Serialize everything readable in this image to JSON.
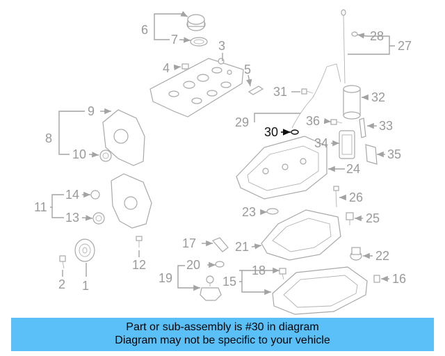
{
  "diagram": {
    "highlighted_part": "30",
    "labels": [
      "1",
      "2",
      "3",
      "4",
      "5",
      "6",
      "7",
      "8",
      "9",
      "10",
      "11",
      "12",
      "13",
      "14",
      "15",
      "16",
      "17",
      "18",
      "19",
      "20",
      "21",
      "22",
      "23",
      "24",
      "25",
      "26",
      "27",
      "28",
      "29",
      "30",
      "31",
      "32",
      "33",
      "34",
      "35",
      "36"
    ]
  },
  "banner": {
    "background": "#5bc0f8",
    "line1": "Part or sub-assembly is #30 in diagram",
    "line2": "Diagram may not be specific to your vehicle"
  }
}
